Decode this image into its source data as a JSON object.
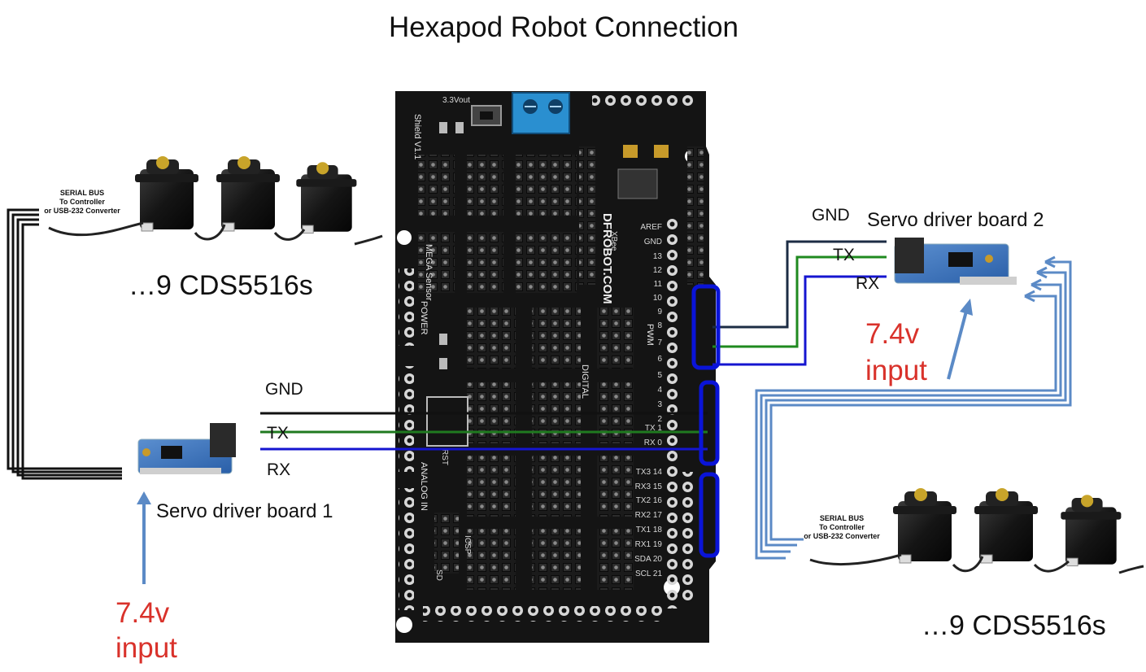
{
  "title": "Hexapod Robot Connection",
  "left_servos": {
    "count_label": "…9 CDS5516s",
    "serial_lines": [
      "SERIAL BUS",
      "To Controller",
      "or USB-232 Converter"
    ]
  },
  "right_servos": {
    "count_label": "…9 CDS5516s",
    "serial_lines": [
      "SERIAL BUS",
      "To Controller",
      "or USB-232 Converter"
    ]
  },
  "board1": {
    "label": "Servo driver board 1",
    "gnd": "GND",
    "tx": "TX",
    "rx": "RX",
    "power_line1": "7.4v",
    "power_line2": "input"
  },
  "board2": {
    "label": "Servo driver board 2",
    "gnd": "GND",
    "tx": "TX",
    "rx": "RX",
    "power_line1": "7.4v",
    "power_line2": "input"
  },
  "shield": {
    "brand": "DFROBOT.COM",
    "name_line1": "MEGA Sensor",
    "name_line2": "Shield V1.1",
    "xbee": "XBee",
    "power": "POWER",
    "voltage": "3.3Vout",
    "pwm": "PWM",
    "digital": "DIGITAL",
    "analog": "ANALOG IN",
    "icsp": "ICSP",
    "sd": "SD",
    "rst": "RST",
    "pins_right": [
      "AREF",
      "GND",
      "13",
      "12",
      "11",
      "10",
      "9",
      "8",
      "7",
      "6",
      "5",
      "4",
      "3",
      "2",
      "TX 1",
      "RX 0",
      "TX3 14",
      "RX3 15",
      "TX2 16",
      "RX2 17",
      "TX1 18",
      "RX1 19",
      "SDA 20",
      "SCL 21"
    ]
  },
  "colors": {
    "gnd_wire": "#111111",
    "tx_wire": "#1f7a1f",
    "rx_wire": "#1515d0",
    "bus_wire": "#5b8ac6",
    "highlight": "#0a14d8",
    "power_text": "#d9322b",
    "board_pcb": "#141414",
    "terminal": "#2a8fd0"
  }
}
